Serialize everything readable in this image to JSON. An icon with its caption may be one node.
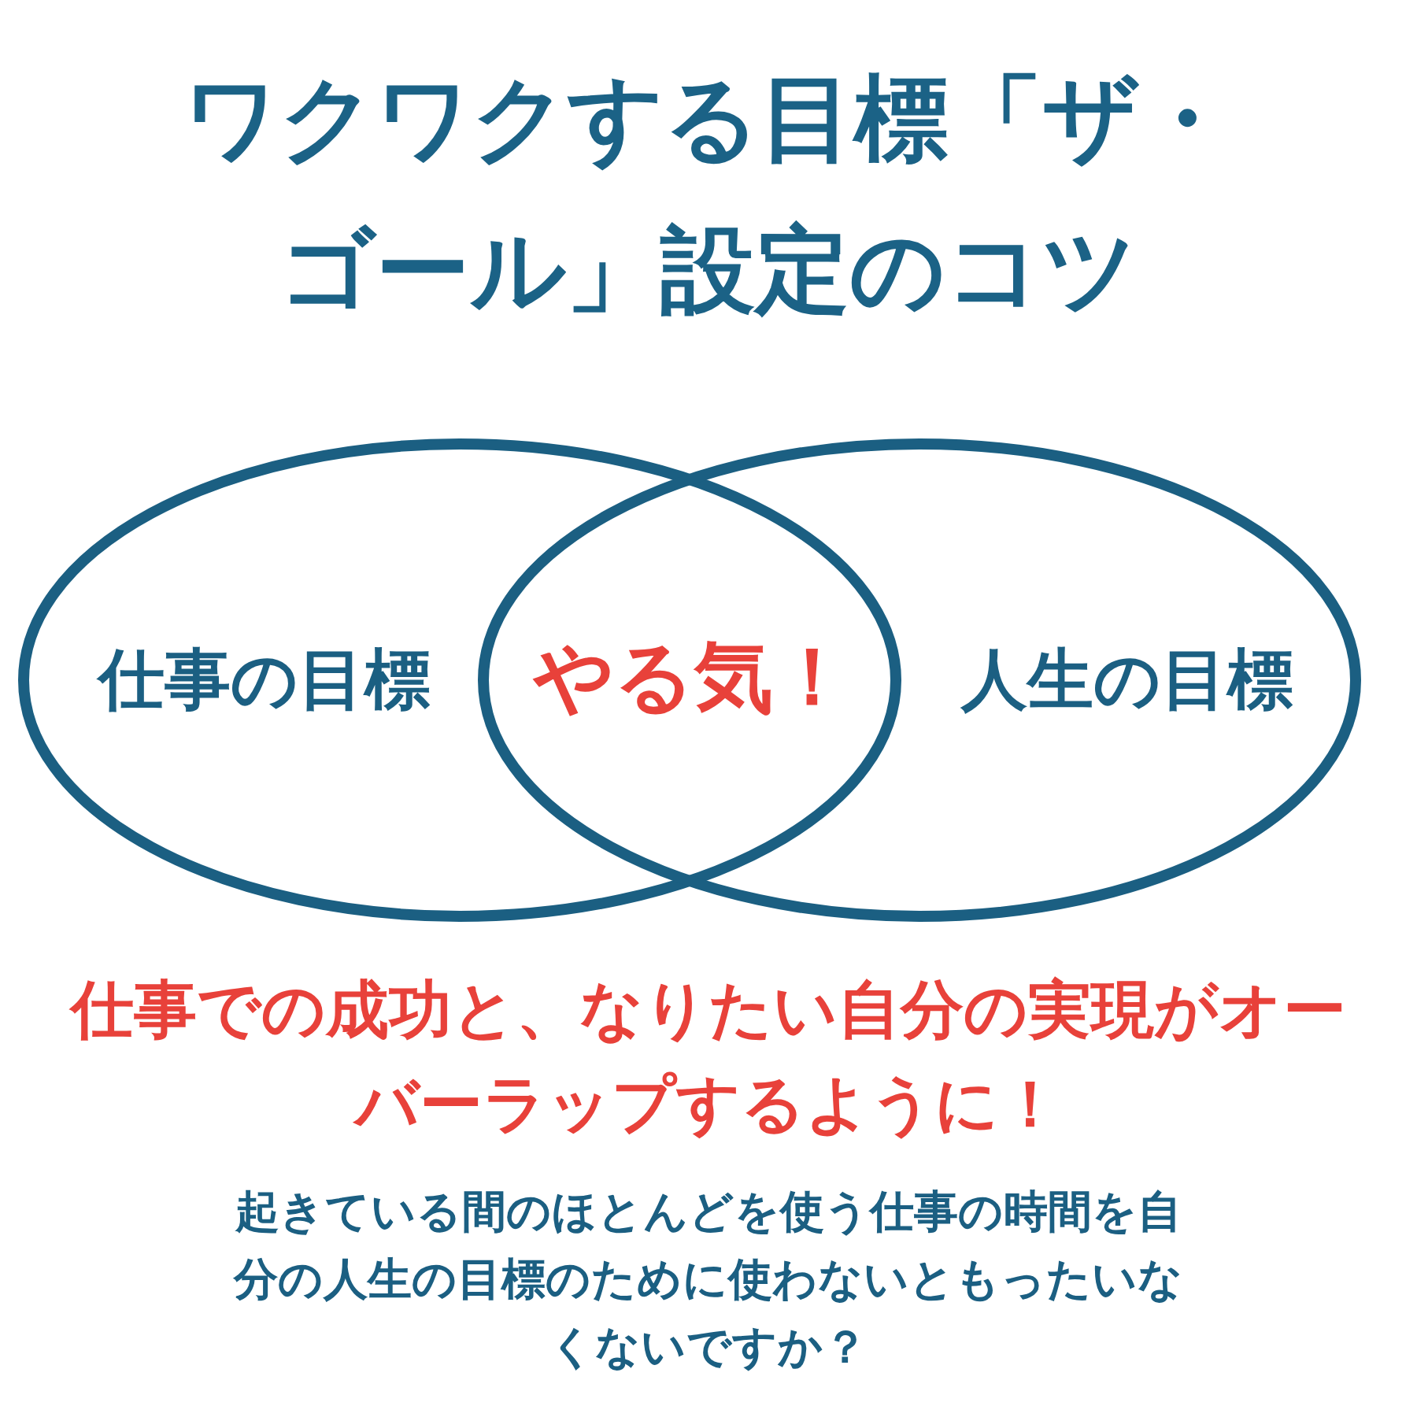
{
  "diagram": {
    "title": "ワクワクする目標「ザ・ゴール」設定のコツ",
    "nodes": [
      {
        "text": [
          "仕事の目標"
        ]
      },
      {
        "text": [
          "人生の目標"
        ]
      }
    ],
    "edges": [],
    "labels": [
      "やる気！",
      "仕事での成功と、なりたい自分の実現がオーバーラップするように！",
      "起きている間のほとんどを使う仕事の時間を自分の人生の目標のために使わないともったいなくないですか？"
    ]
  }
}
